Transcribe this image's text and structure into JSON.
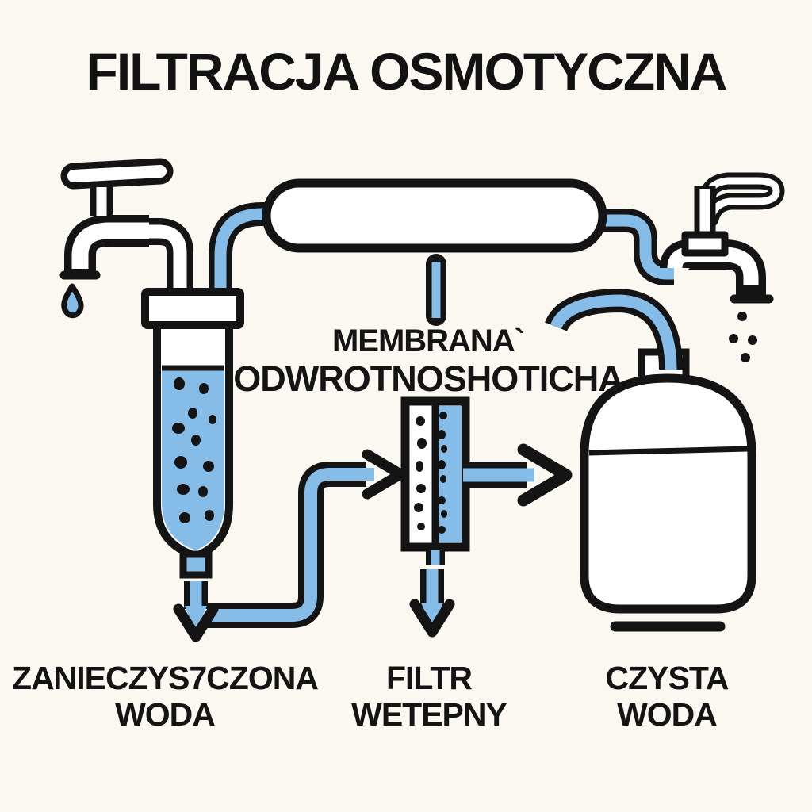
{
  "title": "FILTRACJA OSMOTYCZNA",
  "colors": {
    "background": "#FAF8F1",
    "outline": "#141414",
    "water_blue": "#85BCE8",
    "text": "#141414"
  },
  "labels": {
    "membrane": {
      "line1": "MEMBRANA`",
      "line2": "ODWROTNOSHOTICHA"
    },
    "contaminated_water": {
      "line1": "ZANIECZYS7CZONA",
      "line2": "WODA"
    },
    "pre_filter": {
      "line1": "FILTR",
      "line2": "WETEPNY"
    },
    "clean_water": {
      "line1": "CZYSTA",
      "line2": "WODA"
    }
  }
}
